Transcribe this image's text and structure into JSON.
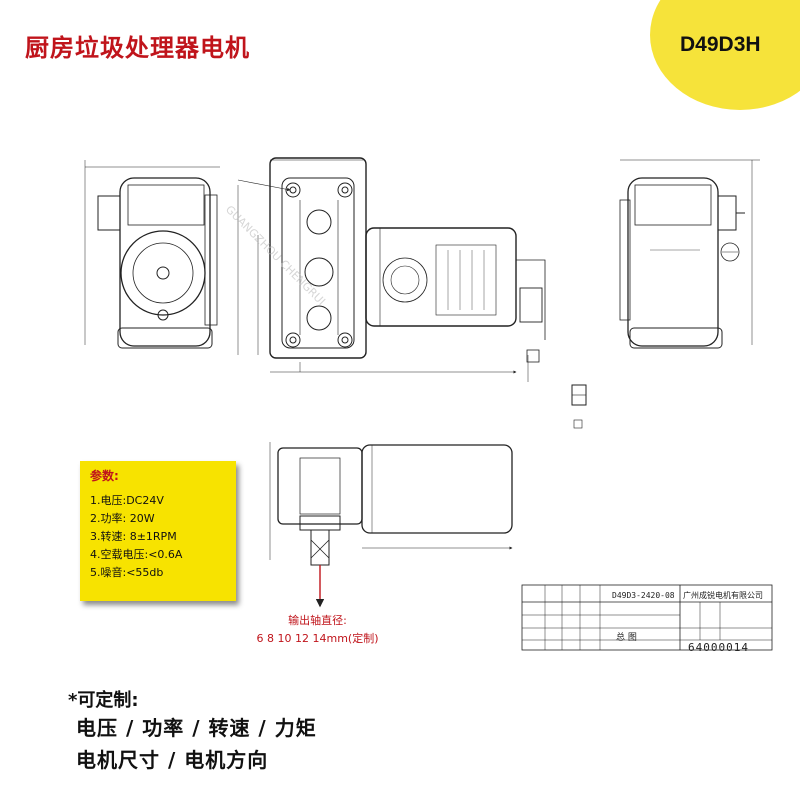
{
  "title": "厨房垃圾处理器电机",
  "model_badge": "D49D3H",
  "params": {
    "heading": "参数:",
    "items": [
      "1.电压:DC24V",
      "2.功率: 20W",
      "3.转速: 8±1RPM",
      "4.空载电压:<0.6A",
      "5.噪音:<55db"
    ]
  },
  "shaft": {
    "label": "输出轴直径:",
    "sizes": "6 8 10 12 14mm(定制)"
  },
  "custom": {
    "heading": "*可定制:",
    "line1": "电压 / 功率 / 转速 / 力矩",
    "line2": "电机尺寸 / 电机方向"
  },
  "title_block": {
    "drawing_no": "D49D3-2420-08",
    "company": "广州成锐电机有限公司",
    "sheet_label": "总 图",
    "part_no": "64000014"
  },
  "watermark": "GUANGZHOU CHENGRUI",
  "colors": {
    "title_red": "#c0141b",
    "badge_yellow": "#f6e33a",
    "param_yellow": "#f7e300"
  }
}
